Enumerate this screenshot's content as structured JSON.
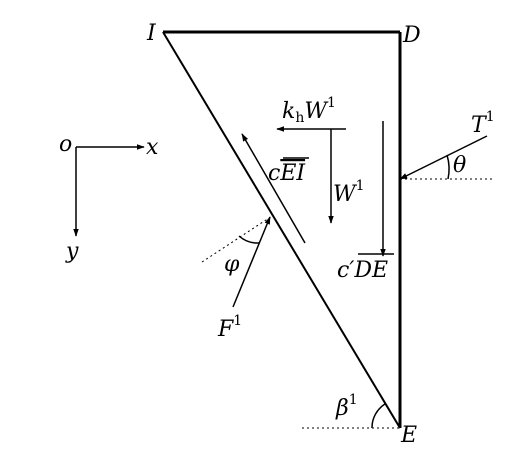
{
  "labels": {
    "corner_top_left": "I",
    "corner_top_right": "D",
    "corner_bottom": "E",
    "origin": "o",
    "axis_x": "x",
    "axis_y": "y",
    "force_T": "T",
    "force_T_sup": "1",
    "angle_theta": "θ",
    "force_kW_k": "k",
    "force_kW_sub": "h",
    "force_kW_W": "W",
    "force_kW_sup": "1",
    "force_W": "W",
    "force_W_sup": "1",
    "force_cEI_c": "c",
    "force_cEI_seg": "EI",
    "force_cDE_c": "c′",
    "force_cDE_seg": "DE",
    "force_F": "F",
    "force_F_sup": "1",
    "angle_phi": "φ",
    "angle_beta": "β",
    "angle_beta_sup": "1"
  }
}
